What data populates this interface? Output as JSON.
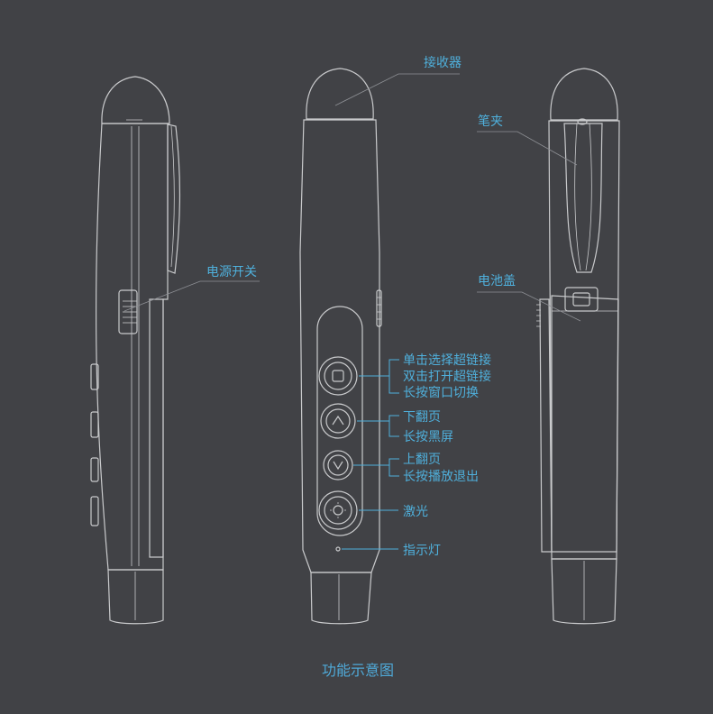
{
  "labels": {
    "receiver": "接收器",
    "pen_clip": "笔夹",
    "power_switch": "电源开关",
    "battery_cover": "电池盖",
    "center_button_line1": "单击选择超链接",
    "center_button_line2": "双击打开超链接",
    "center_button_line3": "长按窗口切换",
    "down_line1": "下翻页",
    "down_line2": "长按黑屏",
    "up_line1": "上翻页",
    "up_line2": "长按播放退出",
    "laser": "激光",
    "indicator": "指示灯"
  },
  "caption": "功能示意图",
  "colors": {
    "background": "#414246",
    "outline": "#c9cacc",
    "accent_text": "#4fb0dc"
  }
}
